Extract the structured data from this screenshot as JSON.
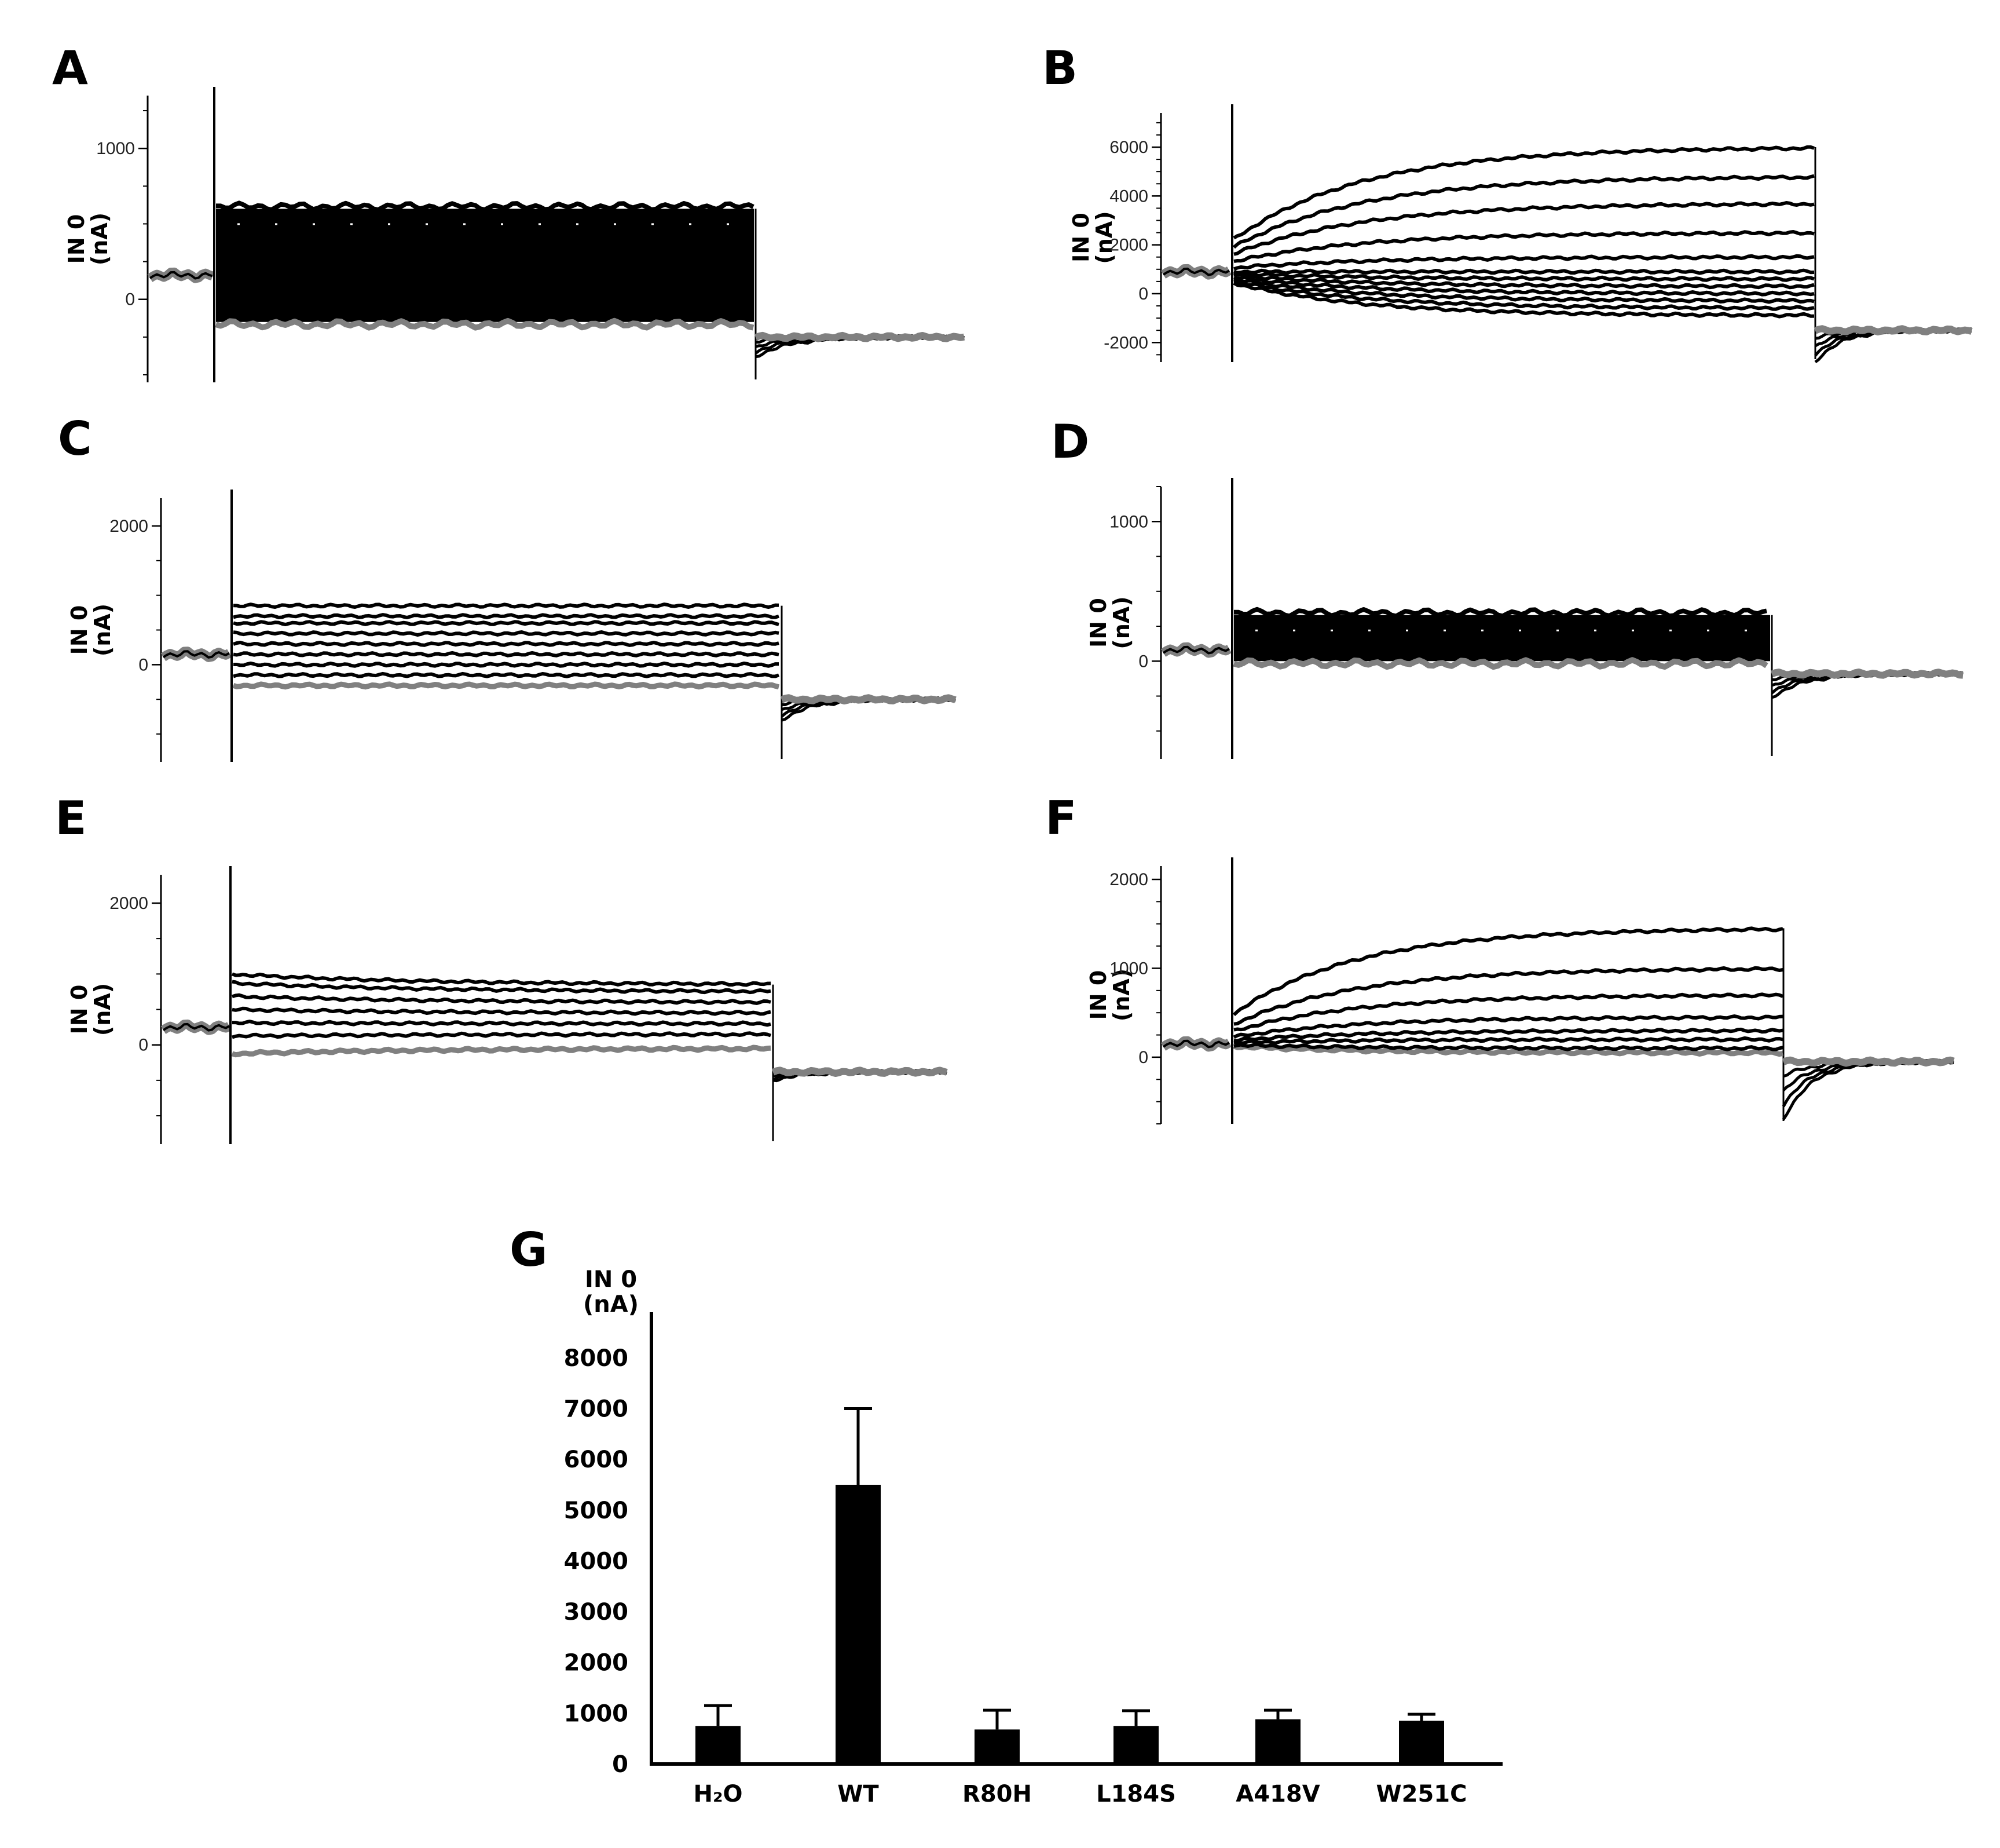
{
  "colors": {
    "trace": "#000000",
    "baseline_trace": "#808080",
    "bar": "#000000",
    "background": "#ffffff"
  },
  "chart_data": [
    {
      "panel": "A",
      "type": "line",
      "ylabel": [
        "IN 0",
        "(nA)"
      ],
      "yticks": [
        0,
        1000
      ],
      "ylim": [
        -550,
        1350
      ],
      "holding": 160,
      "trace_levels": [
        -150,
        50,
        200,
        350,
        500,
        600
      ],
      "tail": [
        -250,
        -380
      ],
      "style": "dense",
      "baseline_level": -170
    },
    {
      "panel": "B",
      "type": "line",
      "ylabel": [
        "IN 0",
        "(nA)"
      ],
      "yticks": [
        -2000,
        0,
        2000,
        4000,
        6000
      ],
      "ylim": [
        -2800,
        7400
      ],
      "holding": 900,
      "trace_levels": [
        -900,
        -600,
        -300,
        0,
        300,
        600,
        900,
        1500,
        2500,
        3700,
        4800,
        6000
      ],
      "tail": [
        -1500,
        -2800
      ],
      "style": "activating"
    },
    {
      "panel": "C",
      "type": "line",
      "ylabel": [
        "IN 0",
        "(nA)"
      ],
      "yticks": [
        0,
        2000
      ],
      "ylim": [
        -1400,
        2400
      ],
      "holding": 150,
      "trace_levels": [
        -300,
        -150,
        0,
        150,
        300,
        450,
        600,
        700,
        850
      ],
      "tail": [
        -500,
        -800
      ],
      "style": "flat",
      "baseline_level": -300
    },
    {
      "panel": "D",
      "type": "line",
      "ylabel": [
        "IN 0",
        "(nA)"
      ],
      "yticks": [
        0,
        1000
      ],
      "ylim": [
        -700,
        1250
      ],
      "holding": 80,
      "trace_levels": [
        0,
        80,
        160,
        240,
        330
      ],
      "tail": [
        -90,
        -260
      ],
      "style": "dense",
      "baseline_level": 0
    },
    {
      "panel": "E",
      "type": "line",
      "ylabel": [
        "IN 0",
        "(nA)"
      ],
      "yticks": [
        0,
        2000
      ],
      "ylim": [
        -1400,
        2400
      ],
      "holding": 250,
      "trace_levels": [
        -50,
        150,
        300,
        450,
        600,
        750,
        850
      ],
      "tail": [
        -380,
        -500
      ],
      "style": "decaying",
      "baseline_level": -80
    },
    {
      "panel": "F",
      "type": "line",
      "ylabel": [
        "IN 0",
        "(nA)"
      ],
      "yticks": [
        0,
        1000,
        2000
      ],
      "ylim": [
        -750,
        2150
      ],
      "holding": 150,
      "trace_levels": [
        50,
        100,
        200,
        300,
        450,
        700,
        1000,
        1450
      ],
      "tail": [
        -50,
        -700
      ],
      "style": "activating",
      "baseline_level": 0
    },
    {
      "panel": "G",
      "type": "bar",
      "ylabel": [
        "IN 0",
        "(nA)"
      ],
      "categories": [
        "H₂O",
        "WT",
        "R80H",
        "L184S",
        "A418V",
        "W251C"
      ],
      "values": [
        750,
        5500,
        680,
        750,
        880,
        850
      ],
      "errors": [
        400,
        1500,
        380,
        300,
        180,
        130
      ],
      "yticks": [
        0,
        1000,
        2000,
        3000,
        4000,
        5000,
        6000,
        7000,
        8000
      ],
      "ylim": [
        0,
        8900
      ]
    }
  ]
}
